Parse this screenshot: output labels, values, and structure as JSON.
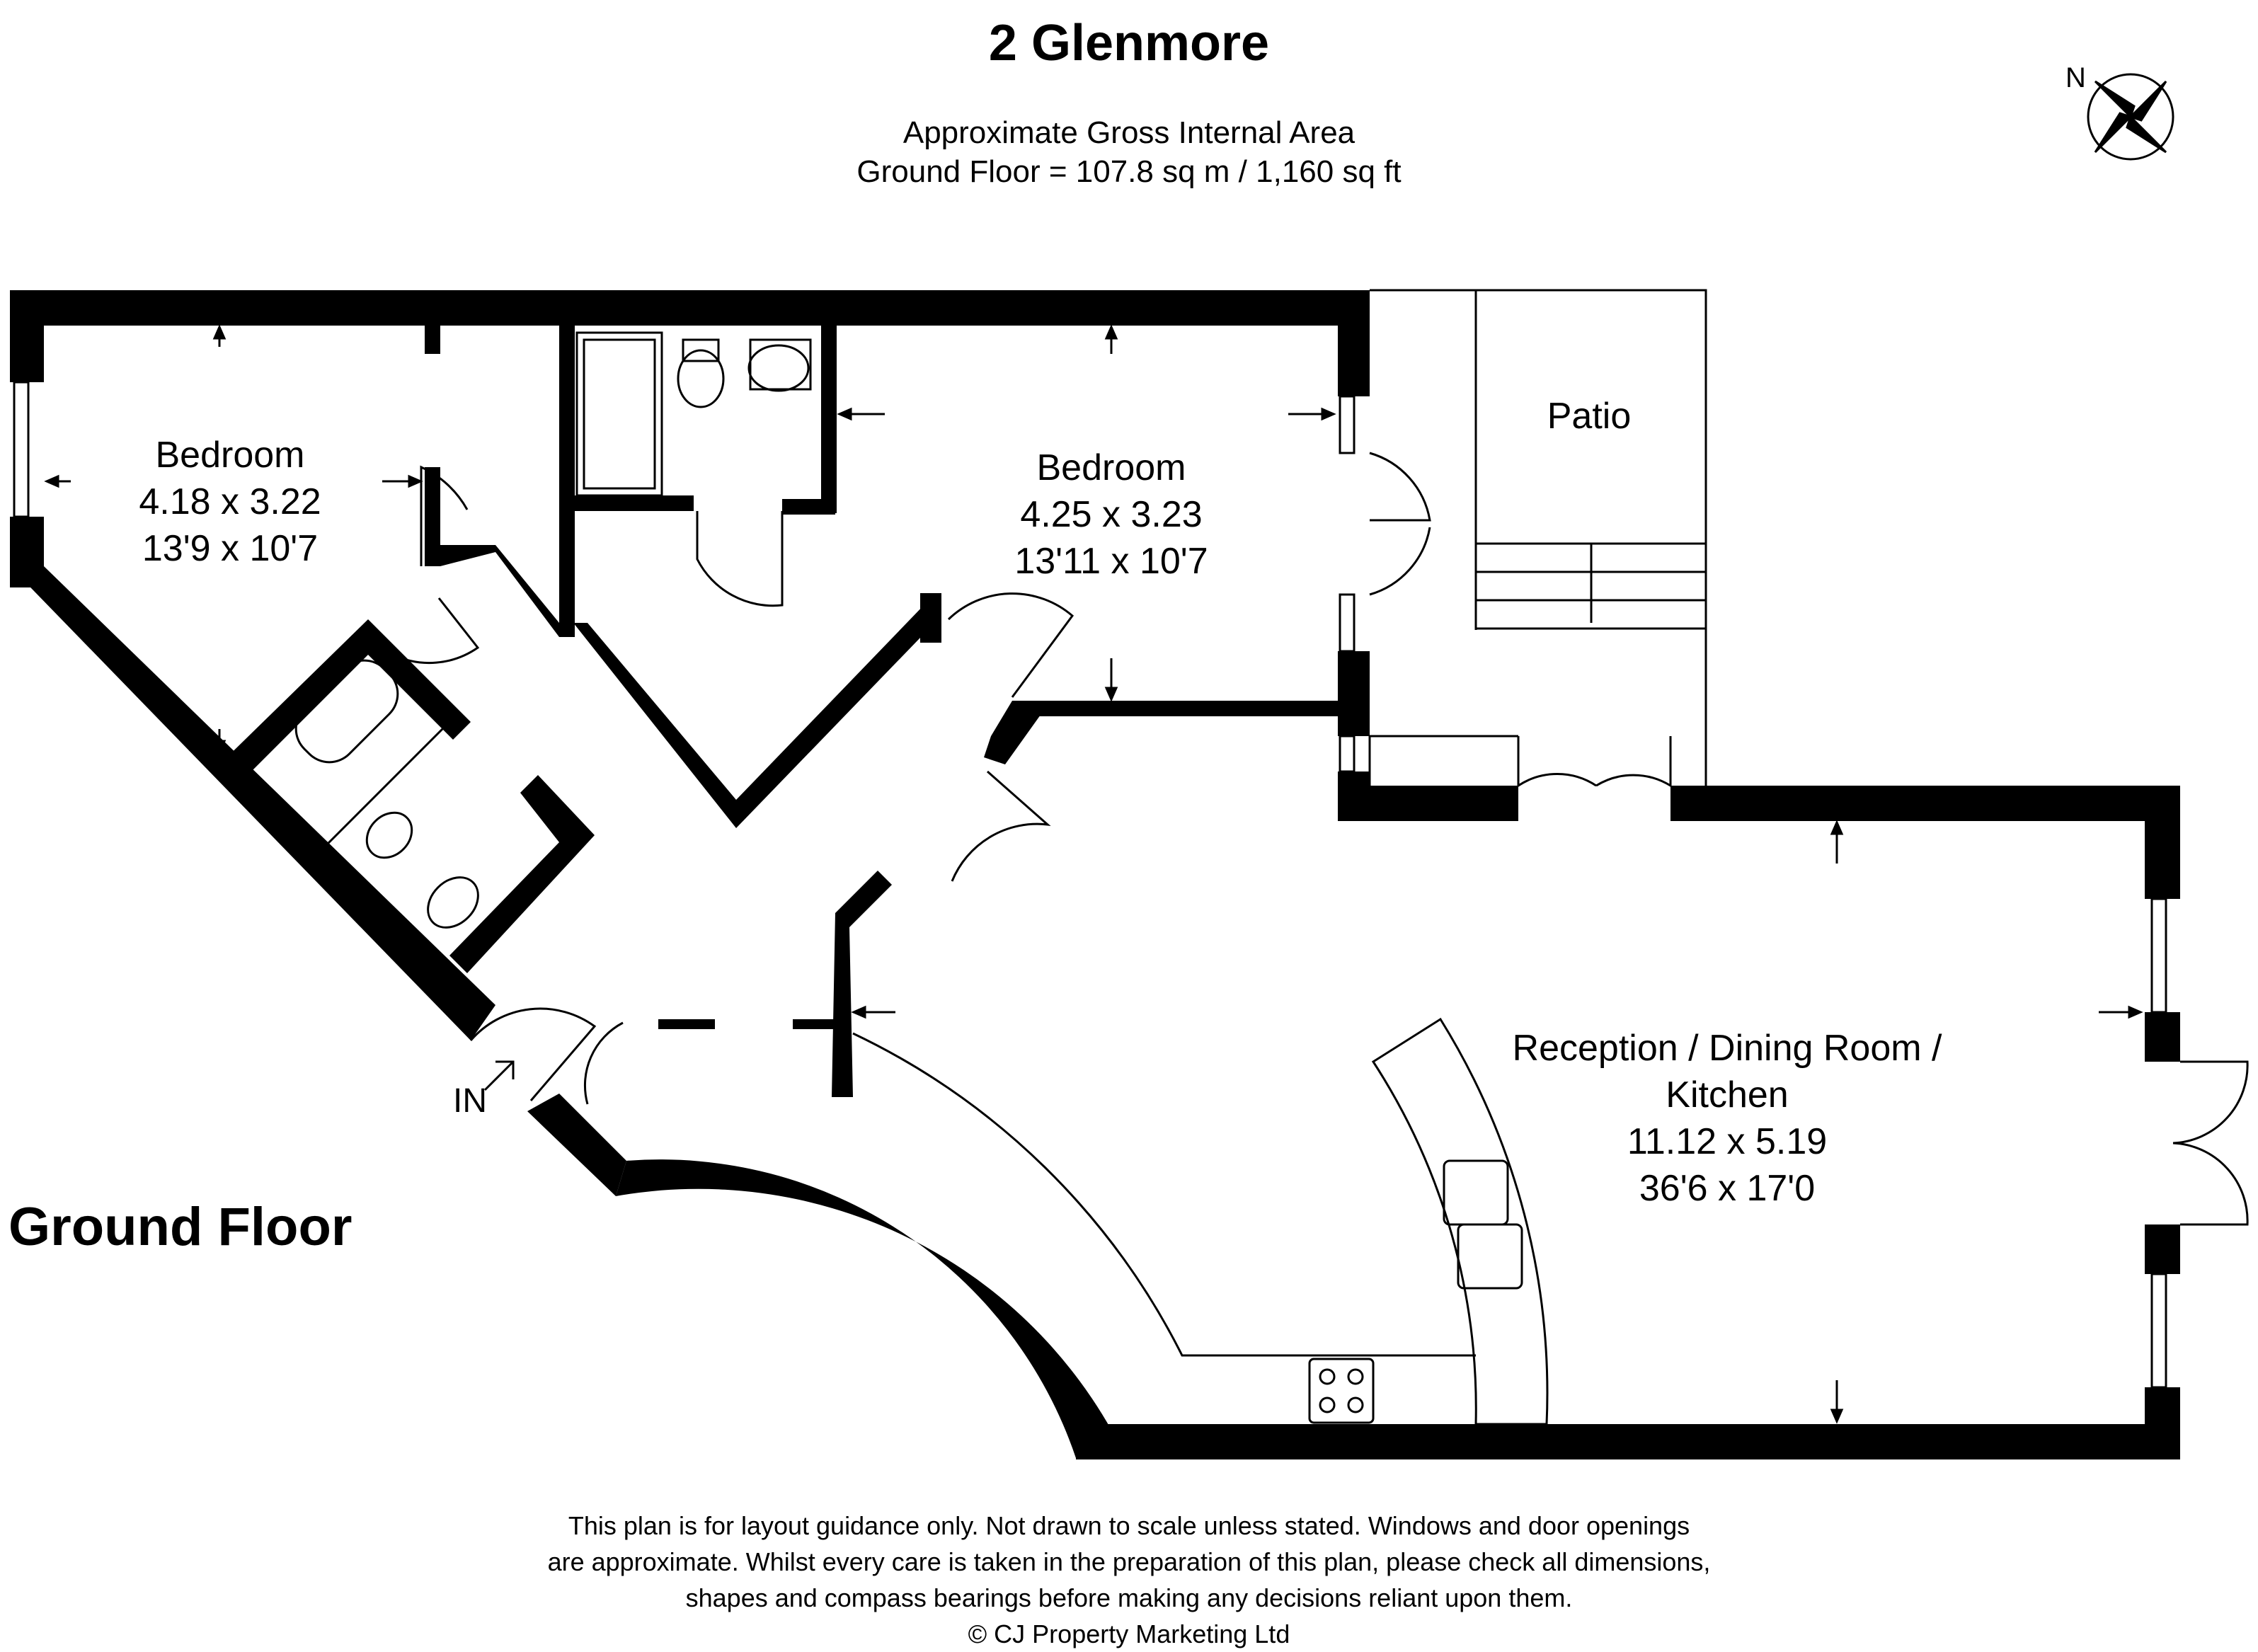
{
  "title": "2 Glenmore",
  "area_heading": "Approximate Gross Internal Area",
  "area_value": "Ground Floor = 107.8 sq m / 1,160 sq ft",
  "compass_label": "N",
  "floor_label": "Ground Floor",
  "entrance_label": "IN",
  "rooms": [
    {
      "name": "Bedroom",
      "metric": "4.18 x 3.22",
      "imperial": "13'9 x 10'7"
    },
    {
      "name": "Bedroom",
      "metric": "4.25 x 3.23",
      "imperial": "13'11 x 10'7"
    },
    {
      "name": "Patio"
    },
    {
      "name": "Reception / Dining Room /",
      "name_line2": "Kitchen",
      "metric": "11.12 x 5.19",
      "imperial": "36'6 x 17'0"
    }
  ],
  "disclaimer": [
    "This plan is for layout guidance only. Not drawn to scale unless stated. Windows and door openings",
    "are approximate. Whilst every care is taken in the preparation of this plan, please check all dimensions,",
    "shapes and compass bearings before making any decisions reliant upon them.",
    "© CJ Property Marketing Ltd"
  ],
  "colors": {
    "wall": "#000000",
    "background": "#ffffff",
    "line": "#000000"
  }
}
